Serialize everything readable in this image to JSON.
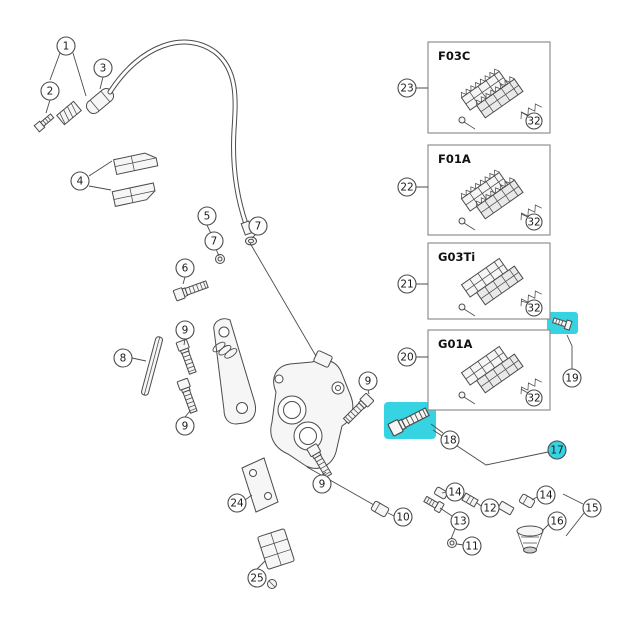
{
  "figure": {
    "type": "exploded-parts-diagram",
    "subject": "Hydraulic disc brake caliper assembly",
    "background_color": "#ffffff",
    "line_color": "#4b4b4b",
    "highlight_color": "#36d4e2",
    "pad_boxes": [
      {
        "label": "F03C",
        "callout": "23",
        "spring_callout": "32"
      },
      {
        "label": "F01A",
        "callout": "22",
        "spring_callout": "32"
      },
      {
        "label": "G03Ti",
        "callout": "21",
        "spring_callout": "32"
      },
      {
        "label": "G01A",
        "callout": "20",
        "spring_callout": "32"
      }
    ],
    "callouts": [
      {
        "label": "1"
      },
      {
        "label": "2"
      },
      {
        "label": "3"
      },
      {
        "label": "4"
      },
      {
        "label": "5"
      },
      {
        "label": "6"
      },
      {
        "label": "7"
      },
      {
        "label": "7"
      },
      {
        "label": "8"
      },
      {
        "label": "9"
      },
      {
        "label": "9"
      },
      {
        "label": "9"
      },
      {
        "label": "9"
      },
      {
        "label": "10"
      },
      {
        "label": "11"
      },
      {
        "label": "12"
      },
      {
        "label": "13"
      },
      {
        "label": "14"
      },
      {
        "label": "14"
      },
      {
        "label": "15"
      },
      {
        "label": "16"
      },
      {
        "label": "17",
        "highlighted": true
      },
      {
        "label": "18"
      },
      {
        "label": "19"
      },
      {
        "label": "24"
      },
      {
        "label": "25"
      }
    ]
  }
}
